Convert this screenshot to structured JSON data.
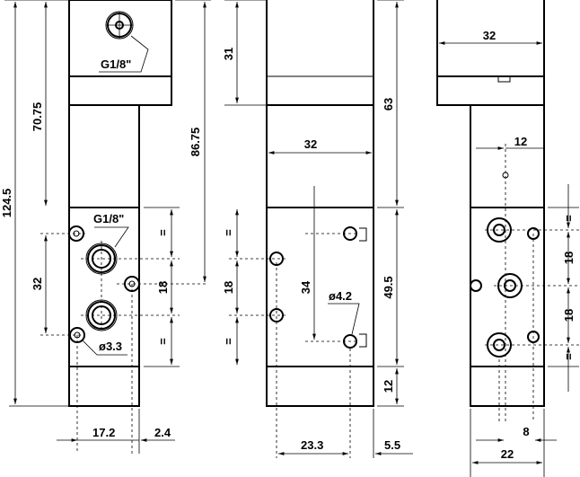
{
  "view_front": {
    "port_top": "G1/8\"",
    "port_side": "G1/8\"",
    "hole": "ø3.3",
    "dim_total": "124.5",
    "dim_upper": "70.75",
    "dim_ports": "32",
    "dim_center": "86.75",
    "dim_eq_top": "=",
    "dim_mid": "18",
    "dim_eq_bottom": "=",
    "dim_width": "17.2",
    "dim_offset": "2.4"
  },
  "view_side": {
    "dim_head": "31",
    "dim_upper": "63",
    "dim_width": "32",
    "dim_eq_top": "=",
    "dim_mid": "18",
    "dim_eq_bottom": "=",
    "dim_holes": "34",
    "hole": "ø4.2",
    "dim_block": "49.5",
    "dim_base": "12",
    "dim_h": "23.3",
    "dim_offset": "5.5"
  },
  "view_back": {
    "dim_head_width": "32",
    "dim_offset": "12",
    "dim_eq_top": "=",
    "dim_a": "18",
    "dim_b": "18",
    "dim_eq_bottom": "=",
    "dim_small": "8",
    "dim_width": "22"
  }
}
